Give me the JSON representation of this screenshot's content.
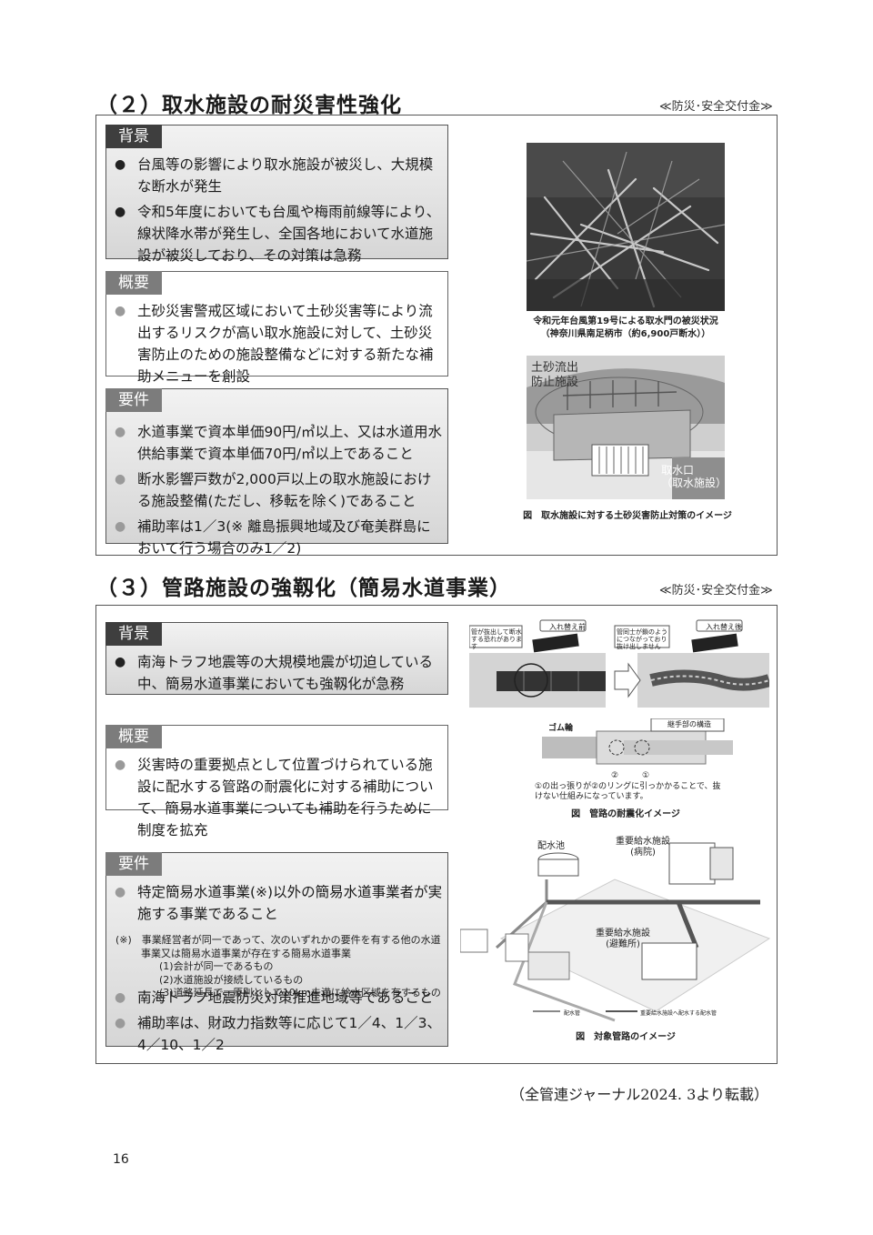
{
  "section2": {
    "title": "（２）取水施設の耐災害性強化",
    "tag": "≪防災･安全交付金≫",
    "background": {
      "label": "背景",
      "items": [
        "台風等の影響により取水施設が被災し、大規模な断水が発生",
        "令和5年度においても台風や梅雨前線等により、線状降水帯が発生し、全国各地において水道施設が被災しており、その対策は急務"
      ]
    },
    "overview": {
      "label": "概要",
      "items": [
        "土砂災害警戒区域において土砂災害等により流出するリスクが高い取水施設に対して、土砂災害防止のための施設整備などに対する新たな補助メニューを創設"
      ]
    },
    "requirements": {
      "label": "要件",
      "items": [
        "水道事業で資本単価90円/㎥以上、又は水道用水供給事業で資本単価70円/㎥以上であること",
        "断水影響戸数が2,000戸以上の取水施設における施設整備(ただし、移転を除く)であること",
        "補助率は1／3(※ 離島振興地域及び奄美群島において行う場合のみ1／2)"
      ]
    },
    "photo_caption_line1": "令和元年台風第19号による取水門の被災状況",
    "photo_caption_line2": "（神奈川県南足柄市（約6,900戸断水））",
    "diagram_label_1": "土砂流出",
    "diagram_label_2": "防止施設",
    "diagram_label_3": "取水口",
    "diagram_label_4": "（取水施設）",
    "diagram_caption": "図　取水施設に対する土砂災害防止対策のイメージ"
  },
  "section3": {
    "title": "（３）管路施設の強靱化（簡易水道事業）",
    "tag": "≪防災･安全交付金≫",
    "background": {
      "label": "背景",
      "items": [
        "南海トラフ地震等の大規模地震が切迫している中、簡易水道事業においても強靱化が急務"
      ]
    },
    "overview": {
      "label": "概要",
      "items": [
        "災害時の重要拠点として位置づけられている施設に配水する管路の耐震化に対する補助について、簡易水道事業についても補助を行うために制度を拡充"
      ]
    },
    "requirements": {
      "label": "要件",
      "item1": "特定簡易水道事業(※)以外の簡易水道事業者が実施する事業であること",
      "note_head": "(※)　事業経営者が同一であって、次のいずれかの要件を有する他の水道事業又は簡易水道事業が存在する簡易水道事業",
      "note_subs": [
        "(1)会計が同一であるもの",
        "(2)水道施設が接続しているもの",
        "(3)道路延長で、原則として10km未満に給水区域を有するもの"
      ],
      "item2": "南海トラフ地震防災対策推進地域等であること",
      "item3": "補助率は、財政力指数等に応じて1／4、1／3、4／10、1／2"
    },
    "pipe_labels": {
      "before": "入れ替え前",
      "after": "入れ替え後",
      "bubble_before": "管が抜出して断水する恐れがあります",
      "bubble_after": "管同士が鎖のようにつながっており抜け出しません",
      "joint_title": "継手部の構造",
      "rubber": "ゴム輪",
      "ring_1": "①",
      "ring_2": "②",
      "joint_note_1": "①の出っ張りが②のリングに引っかかることで、抜けない仕組みになっています。",
      "caption": "図　管路の耐震化イメージ"
    },
    "network_labels": {
      "reservoir": "配水池",
      "hospital_1": "重要給水施設",
      "hospital_2": "(病院)",
      "shelter_1": "重要給水施設",
      "shelter_2": "(避難所)",
      "legend_1": "配水管",
      "legend_2": "重要給水施設へ配水する配水管",
      "caption": "図　対象管路のイメージ"
    }
  },
  "credit": "（全管連ジャーナル2024. 3より転載）",
  "page_number": "16"
}
